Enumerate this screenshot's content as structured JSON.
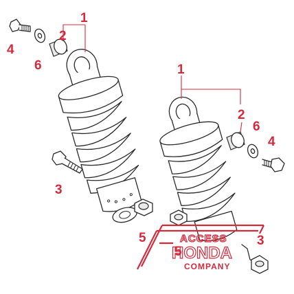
{
  "diagram": {
    "callouts": {
      "left_shock": "1",
      "left_bushing": "2",
      "left_bolt_lower": "3",
      "left_bolt_upper": "4",
      "left_nut": "5",
      "left_washer": "6",
      "right_shock": "1",
      "right_bushing": "2",
      "right_bolt_lower": "3",
      "right_bolt_upper": "4",
      "right_nut": "5",
      "right_washer": "6"
    },
    "colors": {
      "callout": "#d42a3c",
      "linework": "#2b2b2b",
      "watermark": "#d42a3c"
    }
  },
  "watermark": {
    "line1": "ACCESS",
    "line2": "HONDA",
    "line3": "COMPANY"
  }
}
